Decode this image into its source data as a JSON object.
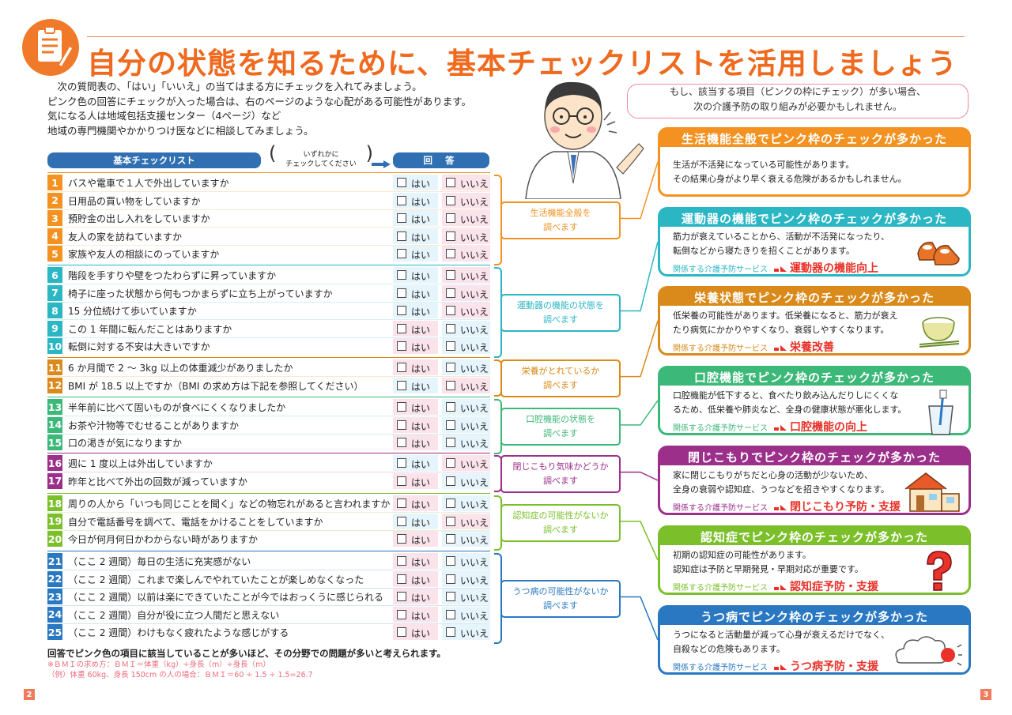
{
  "page": {
    "title": "自分の状態を知るために、基本チェックリストを活用しましょう",
    "intro": [
      "　次の質問表の、「はい」「いいえ」の当てはまる方にチェックを入れてみましょう。",
      "ピンク色の回答にチェックが入った場合は、右のページのような心配がある可能性があります。",
      "気になる人は地域包括支援センター（4ページ）など",
      "地域の専門機関やかかりつけ医などに相談してみましょう。"
    ],
    "speech": [
      "もし、該当する項目（ピンクの枠にチェック）が多い場合、",
      "次の介護予防の取り組みが必要かもしれません。"
    ],
    "page_left": "2",
    "page_right": "3"
  },
  "header": {
    "list_label": "基本チェックリスト",
    "hint_line1": "いずれかに",
    "hint_line2": "チェックしてください",
    "answer_label": "回 答"
  },
  "answers": {
    "yes": "はい",
    "no": "いいえ"
  },
  "colors": {
    "orange": "#f39221",
    "teal": "#2bb6c4",
    "amber": "#d98a1a",
    "green": "#3cb878",
    "purple": "#9b2f8a",
    "lime": "#7bbf2a",
    "blue": "#2a78c2",
    "title": "#ef6a1e",
    "pink_answer": "#fbe3ec",
    "blue_answer": "#e6f4fc"
  },
  "groups": [
    {
      "label": [
        "生活機能全般を",
        "調べます"
      ],
      "color": "#f39221",
      "items": [
        {
          "n": "1",
          "q": "バスや電車で１人で外出していますか",
          "pink": "no"
        },
        {
          "n": "2",
          "q": "日用品の買い物をしていますか",
          "pink": "no"
        },
        {
          "n": "3",
          "q": "預貯金の出し入れをしていますか",
          "pink": "no"
        },
        {
          "n": "4",
          "q": "友人の家を訪ねていますか",
          "pink": "no"
        },
        {
          "n": "5",
          "q": "家族や友人の相談にのっていますか",
          "pink": "no"
        }
      ]
    },
    {
      "label": [
        "運動器の機能の状態を",
        "調べます"
      ],
      "color": "#2bb6c4",
      "items": [
        {
          "n": "6",
          "q": "階段を手すりや壁をつたわらずに昇っていますか",
          "pink": "no"
        },
        {
          "n": "7",
          "q": "椅子に座った状態から何もつかまらずに立ち上がっていますか",
          "pink": "no"
        },
        {
          "n": "8",
          "q": "15 分位続けて歩いていますか",
          "pink": "no"
        },
        {
          "n": "9",
          "q": "この 1 年間に転んだことはありますか",
          "pink": "yes"
        },
        {
          "n": "10",
          "q": "転倒に対する不安は大きいですか",
          "pink": "yes"
        }
      ]
    },
    {
      "label": [
        "栄養がとれているか",
        "調べます"
      ],
      "color": "#d98a1a",
      "items": [
        {
          "n": "11",
          "q": "6 か月間で 2 ～ 3kg 以上の体重減少がありましたか",
          "pink": "yes"
        },
        {
          "n": "12",
          "q": "BMI が 18.5 以上ですか（BMI の求め方は下記を参照してください）",
          "pink": "no"
        }
      ]
    },
    {
      "label": [
        "口腔機能の状態を",
        "調べます"
      ],
      "color": "#3cb878",
      "items": [
        {
          "n": "13",
          "q": "半年前に比べて固いものが食べにくくなりましたか",
          "pink": "yes"
        },
        {
          "n": "14",
          "q": "お茶や汁物等でむせることがありますか",
          "pink": "yes"
        },
        {
          "n": "15",
          "q": "口の渇きが気になりますか",
          "pink": "yes"
        }
      ]
    },
    {
      "label": [
        "閉じこもり気味かどうか",
        "調べます"
      ],
      "color": "#9b2f8a",
      "items": [
        {
          "n": "16",
          "q": "週に 1 度以上は外出していますか",
          "pink": "no"
        },
        {
          "n": "17",
          "q": "昨年と比べて外出の回数が減っていますか",
          "pink": "yes"
        }
      ]
    },
    {
      "label": [
        "認知症の可能性がないか",
        "調べます"
      ],
      "color": "#7bbf2a",
      "items": [
        {
          "n": "18",
          "q": "周りの人から「いつも同じことを聞く」などの物忘れがあると言われますか",
          "pink": "yes"
        },
        {
          "n": "19",
          "q": "自分で電話番号を調べて、電話をかけることをしていますか",
          "pink": "no"
        },
        {
          "n": "20",
          "q": "今日が何月何日かわからない時がありますか",
          "pink": "yes"
        }
      ]
    },
    {
      "label": [
        "うつ病の可能性がないか",
        "調べます"
      ],
      "color": "#2a78c2",
      "items": [
        {
          "n": "21",
          "q": "（ここ 2 週間）毎日の生活に充実感がない",
          "pink": "yes"
        },
        {
          "n": "22",
          "q": "（ここ 2 週間）これまで楽しんでやれていたことが楽しめなくなった",
          "pink": "yes"
        },
        {
          "n": "23",
          "q": "（ここ 2 週間）以前は楽にできていたことが今ではおっくうに感じられる",
          "pink": "yes"
        },
        {
          "n": "24",
          "q": "（ここ 2 週間）自分が役に立つ人間だと思えない",
          "pink": "yes"
        },
        {
          "n": "25",
          "q": "（ここ 2 週間）わけもなく疲れたような感じがする",
          "pink": "yes"
        }
      ]
    }
  ],
  "panels": [
    {
      "title": "生活機能全般でピンク枠のチェックが多かった",
      "color": "#f39221",
      "body": [
        "生活が不活発になっている可能性があります。",
        "その結果心身がより早く衰える危険があるかもしれません。"
      ],
      "service_label": "",
      "service": "",
      "icon": ""
    },
    {
      "title": "運動器の機能でピンク枠のチェックが多かった",
      "color": "#2bb6c4",
      "body": [
        "筋力が衰えていることから、活動が不活発になったり、",
        "転倒などから寝たきりを招くことがあります。"
      ],
      "service_label": "関係する介護予防サービス",
      "service": "運動器の機能向上",
      "icon": "shoes-icon"
    },
    {
      "title": "栄養状態でピンク枠のチェックが多かった",
      "color": "#d98a1a",
      "body": [
        "低栄養の可能性があります。低栄養になると、筋力が衰え",
        "たり病気にかかりやすくなり、衰弱しやすくなります。"
      ],
      "service_label": "関係する介護予防サービス",
      "service": "栄養改善",
      "icon": "rice-bowl-icon"
    },
    {
      "title": "口腔機能でピンク枠のチェックが多かった",
      "color": "#3cb878",
      "body": [
        "口腔機能が低下すると、食べたり飲み込んだりしにくくな",
        "るため、低栄養や肺炎など、全身の健康状態が悪化します。"
      ],
      "service_label": "関係する介護予防サービス",
      "service": "口腔機能の向上",
      "icon": "toothbrush-cup-icon"
    },
    {
      "title": "閉じこもりでピンク枠のチェックが多かった",
      "color": "#9b2f8a",
      "body": [
        "家に閉じこもりがちだと心身の活動が少ないため、",
        "全身の衰弱や認知症、うつなどを招きやすくなります。"
      ],
      "service_label": "関係する介護予防サービス",
      "service": "閉じこもり予防・支援",
      "icon": "house-icon"
    },
    {
      "title": "認知症でピンク枠のチェックが多かった",
      "color": "#7bbf2a",
      "body": [
        "初期の認知症の可能性があります。",
        "認知症は予防と早期発見・早期対応が重要です。"
      ],
      "service_label": "関係する介護予防サービス",
      "service": "認知症予防・支援",
      "icon": "question-mark-icon"
    },
    {
      "title": "うつ病でピンク枠のチェックが多かった",
      "color": "#2a78c2",
      "body": [
        "うつになると活動量が減って心身が衰えるだけでなく、",
        "自殺などの危険もあります。"
      ],
      "service_label": "関係する介護予防サービス",
      "service": "うつ病予防・支援",
      "icon": "cloud-sun-icon"
    }
  ],
  "footer": {
    "note": "回答でピンク色の項目に該当していることが多いほど、その分野での問題が多いと考えられます。",
    "bmi_formula": "※ＢＭＩの求め方：ＢＭＩ＝体重（kg）÷身長（m）÷身長（m）",
    "bmi_example": "（例）体重 60kg、身長 150cm の人の場合：ＢＭＩ＝60 ÷ 1.5 ÷ 1.5=26.7"
  }
}
